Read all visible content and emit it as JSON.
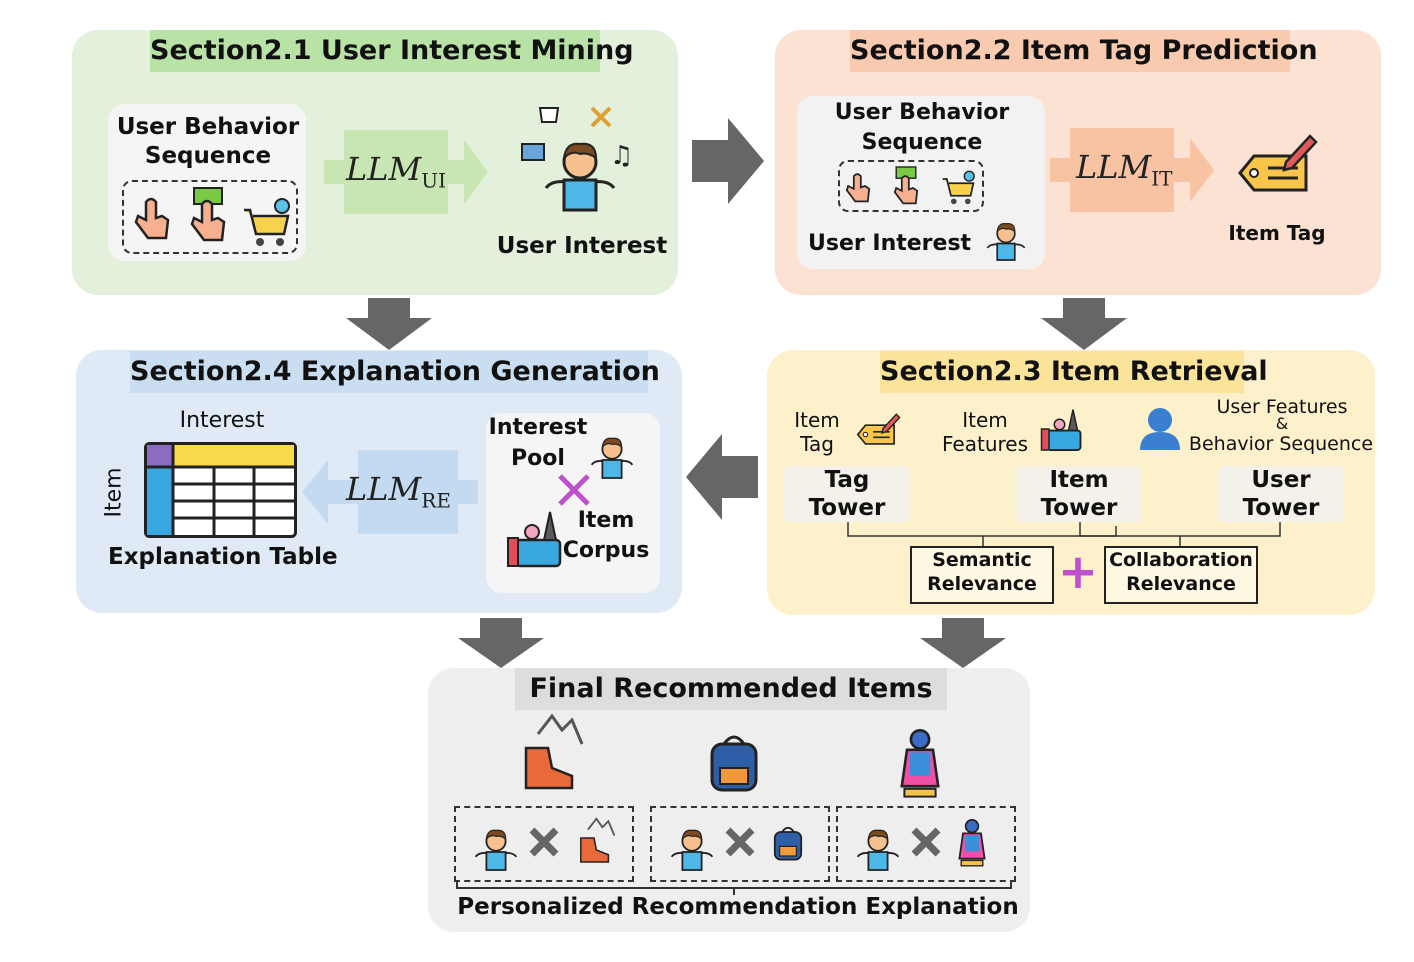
{
  "s21": {
    "title": "Section2.1 User Interest Mining",
    "ubs": [
      "User Behavior",
      "Sequence"
    ],
    "llm": "LLM",
    "llm_sub": "UI",
    "interest": "User Interest"
  },
  "s22": {
    "title": "Section2.2 Item Tag Prediction",
    "ubs": [
      "User Behavior",
      "Sequence"
    ],
    "interest": "User Interest",
    "llm": "LLM",
    "llm_sub": "IT",
    "tag": "Item Tag"
  },
  "s23": {
    "title": "Section2.3 Item Retrieval",
    "item_tag": [
      "Item",
      "Tag"
    ],
    "item_features": [
      "Item",
      "Features"
    ],
    "user_features": [
      "User Features",
      "&",
      "Behavior Sequence"
    ],
    "towers": [
      [
        "Tag",
        "Tower"
      ],
      [
        "Item",
        "Tower"
      ],
      [
        "User",
        "Tower"
      ]
    ],
    "semantic": [
      "Semantic",
      "Relevance"
    ],
    "collab": [
      "Collaboration",
      "Relevance"
    ],
    "plus": "+"
  },
  "s24": {
    "title": "Section2.4 Explanation Generation",
    "interest": "Interest",
    "item": "Item",
    "table": "Explanation Table",
    "llm": "LLM",
    "llm_sub": "RE",
    "pool": [
      "Interest",
      "Pool"
    ],
    "corpus": [
      "Item",
      "Corpus"
    ]
  },
  "final": {
    "title": "Final Recommended Items",
    "caption": "Personalized Recommendation Explanation"
  },
  "colors": {
    "green": "#e3f0dc",
    "green_title": "#b9e2a6",
    "peach": "#fbe2d3",
    "peach_title": "#f8cbb0",
    "blue": "#dfeaf6",
    "blue_title": "#c9def1",
    "yellow": "#fdf1cc",
    "yellow_title": "#fbe39a",
    "gray": "#eeeeee",
    "gray_title": "#dddddd",
    "arrow": "#666666",
    "cross": "#c04fd0"
  }
}
